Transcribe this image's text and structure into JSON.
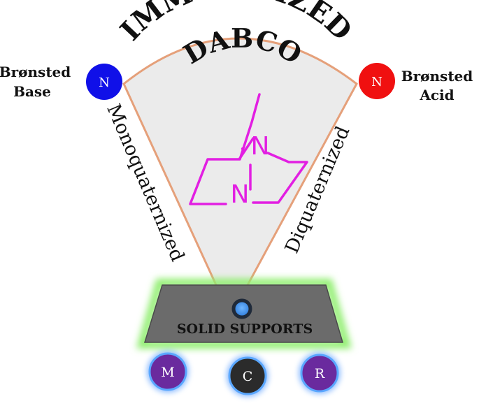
{
  "title": {
    "line1": "IMMOBILIZED",
    "line2": "DABCO"
  },
  "left_node": {
    "letter": "N",
    "label_line1": "Brønsted",
    "label_line2": "Base",
    "color": "#1010e8"
  },
  "right_node": {
    "letter": "N",
    "label_line1": "Brønsted",
    "label_line2": "Acid",
    "color": "#f01010"
  },
  "left_side_label": "Monoquaternized",
  "right_side_label": "Diquaternized",
  "structure": {
    "atom1": "N",
    "atom2": "N",
    "color": "#e21fe2"
  },
  "support": {
    "label": "SOLID SUPPORTS",
    "color": "#6b6b6b",
    "glow": "#90ee70"
  },
  "bubbles": [
    {
      "letter": "M",
      "color": "#6a2a9e"
    },
    {
      "letter": "C",
      "color": "#2b2b2b"
    },
    {
      "letter": "R",
      "color": "#6a2a9e"
    }
  ]
}
